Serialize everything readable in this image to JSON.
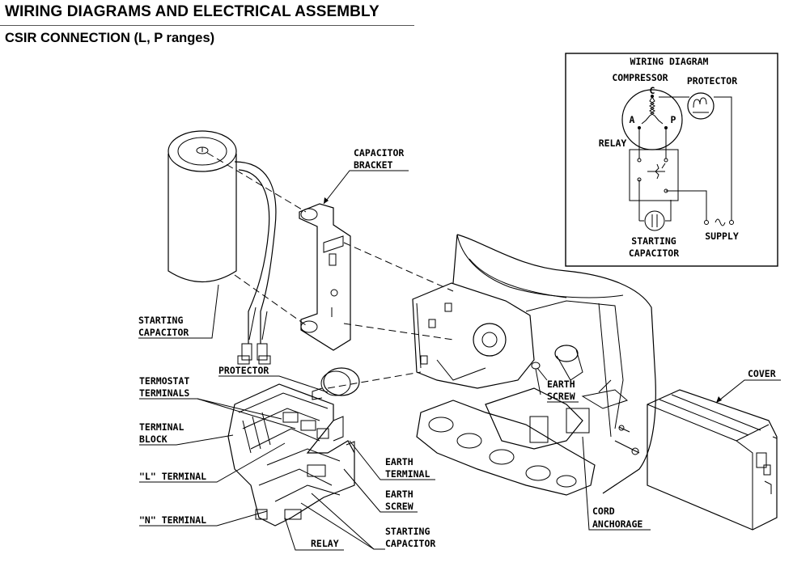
{
  "header": {
    "title": "WIRING DIAGRAMS AND ELECTRICAL ASSEMBLY",
    "subtitle": "CSIR CONNECTION (L, P ranges)"
  },
  "wiring_inset": {
    "title": "WIRING DIAGRAM",
    "compressor": "COMPRESSOR",
    "protector": "PROTECTOR",
    "relay": "RELAY",
    "pin_c": "C",
    "pin_a": "A",
    "pin_p": "P",
    "supply": "SUPPLY",
    "starting_capacitor_line1": "STARTING",
    "starting_capacitor_line2": "CAPACITOR"
  },
  "callouts": {
    "capacitor_bracket_1": "CAPACITOR",
    "capacitor_bracket_2": "BRACKET",
    "starting_capacitor_1": "STARTING",
    "starting_capacitor_2": "CAPACITOR",
    "protector": "PROTECTOR",
    "termostat_1": "TERMOSTAT",
    "termostat_2": "TERMINALS",
    "terminal_block_1": "TERMINAL",
    "terminal_block_2": "BLOCK",
    "l_terminal": "\"L\" TERMINAL",
    "n_terminal": "\"N\" TERMINAL",
    "relay": "RELAY",
    "starting_capacitor_b1": "STARTING",
    "starting_capacitor_b2": "CAPACITOR",
    "earth_terminal_1": "EARTH",
    "earth_terminal_2": "TERMINAL",
    "earth_screw_1": "EARTH",
    "earth_screw_2": "SCREW",
    "earth_screw_top_1": "EARTH",
    "earth_screw_top_2": "SCREW",
    "cord_anchorage_1": "CORD",
    "cord_anchorage_2": "ANCHORAGE",
    "cover": "COVER"
  }
}
